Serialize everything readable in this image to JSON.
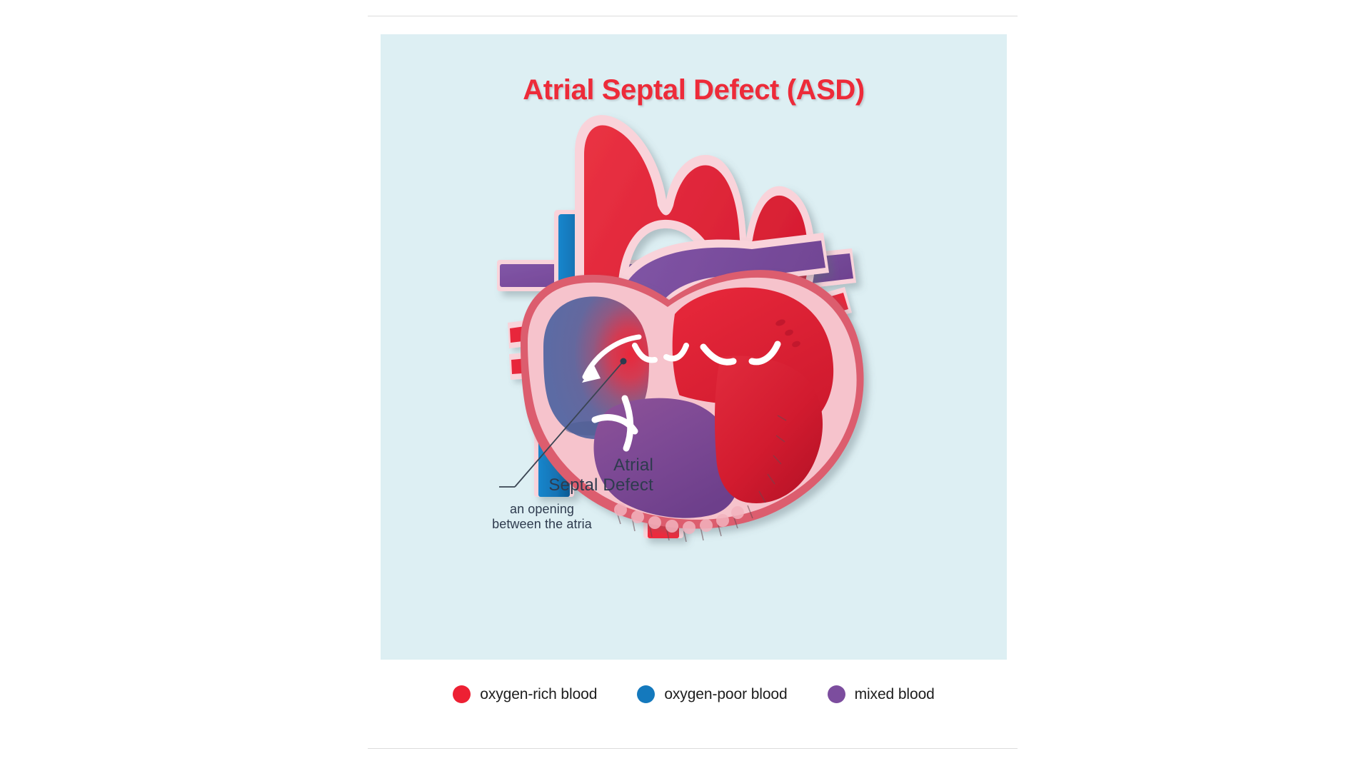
{
  "panel": {
    "background_color": "#ddeff3",
    "title": "Atrial Septal Defect (ASD)",
    "title_color": "#ed2b39"
  },
  "rules": {
    "color": "#dcdcdc"
  },
  "annotation": {
    "label": "Atrial\nSeptal Defect",
    "description": "an opening\nbetween the atria",
    "text_color": "#2e3b4e",
    "leader_line": "horizontal leader from label to defect site"
  },
  "legend": {
    "items": [
      {
        "label": "oxygen-rich blood",
        "color": "#ed2033",
        "icon": "circle-dot-icon"
      },
      {
        "label": "oxygen-poor blood",
        "color": "#1479bd",
        "icon": "circle-dot-icon"
      },
      {
        "label": "mixed blood",
        "color": "#7c4d9e",
        "icon": "circle-dot-icon"
      }
    ]
  },
  "illustration": {
    "name": "heart-cross-section-with-atrial-septal-defect",
    "colors": {
      "oxygen_rich_red": "#e8283b",
      "oxygen_rich_red_dark": "#c9132a",
      "oxygen_poor_blue": "#1479bd",
      "oxygen_poor_blue_dark": "#0e5e96",
      "mixed_purple": "#7c4d9e",
      "mixed_purple_dark": "#6b3d8c",
      "myocardium_pink": "#f6c3cc",
      "myocardium_pink_light": "#fbdde3",
      "vessel_outline_pink": "#f9d3da",
      "atrium_blue_fill": "#5f6fa0",
      "background": "#ddeff3"
    },
    "structures": [
      {
        "name": "aortic-arch",
        "blood": "oxygen-rich",
        "color": "#e8283b"
      },
      {
        "name": "brachiocephalic-trunk",
        "blood": "oxygen-rich",
        "color": "#e8283b"
      },
      {
        "name": "left-common-carotid-artery",
        "blood": "oxygen-rich",
        "color": "#e8283b"
      },
      {
        "name": "left-subclavian-artery",
        "blood": "oxygen-rich",
        "color": "#e8283b"
      },
      {
        "name": "superior-vena-cava",
        "blood": "oxygen-poor",
        "color": "#1479bd"
      },
      {
        "name": "inferior-vena-cava",
        "blood": "oxygen-poor",
        "color": "#1479bd"
      },
      {
        "name": "pulmonary-artery-left-branch",
        "blood": "mixed",
        "color": "#7c4d9e"
      },
      {
        "name": "pulmonary-artery-right-branch",
        "blood": "mixed",
        "color": "#7c4d9e"
      },
      {
        "name": "pulmonary-trunk",
        "blood": "mixed",
        "color": "#7c4d9e"
      },
      {
        "name": "pulmonary-veins-left",
        "blood": "oxygen-rich",
        "color": "#e8283b"
      },
      {
        "name": "pulmonary-veins-right",
        "blood": "oxygen-rich",
        "color": "#e8283b"
      },
      {
        "name": "descending-aorta",
        "blood": "oxygen-rich",
        "color": "#e8283b"
      },
      {
        "name": "right-atrium",
        "blood": "oxygen-poor-shunted",
        "color": "#5f6fa0"
      },
      {
        "name": "left-atrium",
        "blood": "oxygen-rich",
        "color": "#e8283b"
      },
      {
        "name": "right-ventricle",
        "blood": "mixed",
        "color": "#7c4d9e"
      },
      {
        "name": "left-ventricle",
        "blood": "oxygen-rich",
        "color": "#d6182c"
      },
      {
        "name": "atrial-septal-defect-shunt-arrow",
        "blood": "oxygen-rich",
        "color": "#ffffff"
      }
    ]
  }
}
